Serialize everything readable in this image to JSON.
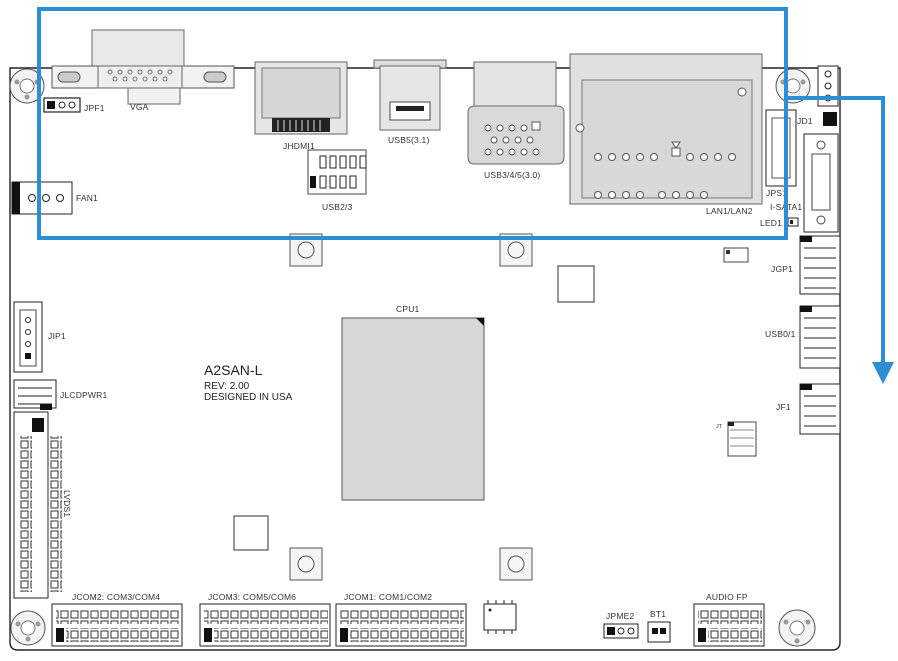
{
  "board": {
    "model": "A2SAN-L",
    "revision": "REV: 2.00",
    "designed": "DESIGNED IN USA"
  },
  "labels": {
    "jpf1": "JPF1",
    "vga": "VGA",
    "jhdmi1": "JHDMI1",
    "usb5": "USB5(3.1)",
    "usb345": "USB3/4/5(3.0)",
    "lan": "LAN1/LAN2",
    "jd1": "JD1",
    "jps1": "JPS1",
    "isata1": "I-SATA1",
    "led1": "LED1",
    "usb23": "USB2/3",
    "fan1": "FAN1",
    "jgp1": "JGP1",
    "cpu1": "CPU1",
    "jip1": "JIP1",
    "usb01": "USB0/1",
    "jlcdpwr1": "JLCDPWR1",
    "jf1": "JF1",
    "lvds1": "LVDS1",
    "jcom2": "JCOM2: COM3/COM4",
    "jcom3": "JCOM3: COM5/COM6",
    "jcom1": "JCOM1: COM1/COM2",
    "jpme2": "JPME2",
    "bt1": "BT1",
    "audio": "AUDIO FP",
    "jt": "JT"
  },
  "annotation": {
    "highlight_color": "#2b8fd6",
    "arrow_direction": "down"
  }
}
